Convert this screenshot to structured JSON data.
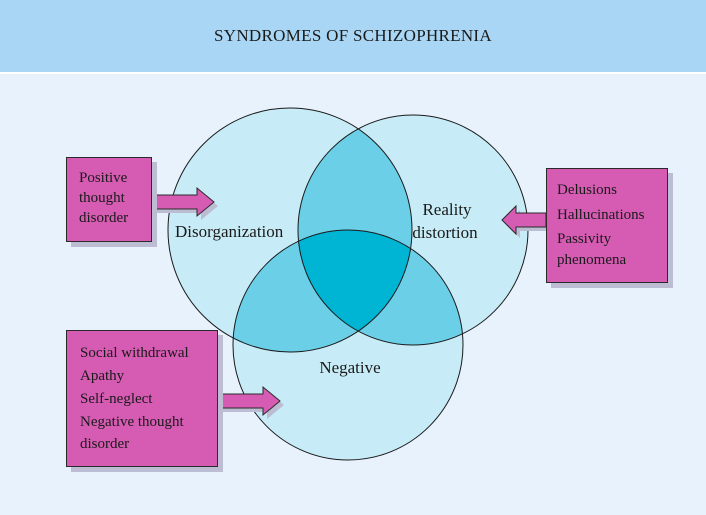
{
  "title": "SYNDROMES OF SCHIZOPHRENIA",
  "circles": {
    "disorganization": "Disorganization",
    "reality_line1": "Reality",
    "reality_line2": "distortion",
    "negative": "Negative"
  },
  "boxes": {
    "positive": [
      "Positive",
      "thought",
      "disorder"
    ],
    "reality": [
      "Delusions",
      "Hallucinations",
      "Passivity",
      "phenomena"
    ],
    "negative": [
      "Social withdrawal",
      "Apathy",
      "Self-neglect",
      "Negative thought",
      "disorder"
    ]
  },
  "colors": {
    "title_bar": "#a9d6f4",
    "background": "#e8f2fd",
    "circle_fill": "#c8ecf7",
    "pair_overlap": "#6bcfe8",
    "triple_overlap": "#00b4d4",
    "box_fill": "#d65bb3"
  }
}
